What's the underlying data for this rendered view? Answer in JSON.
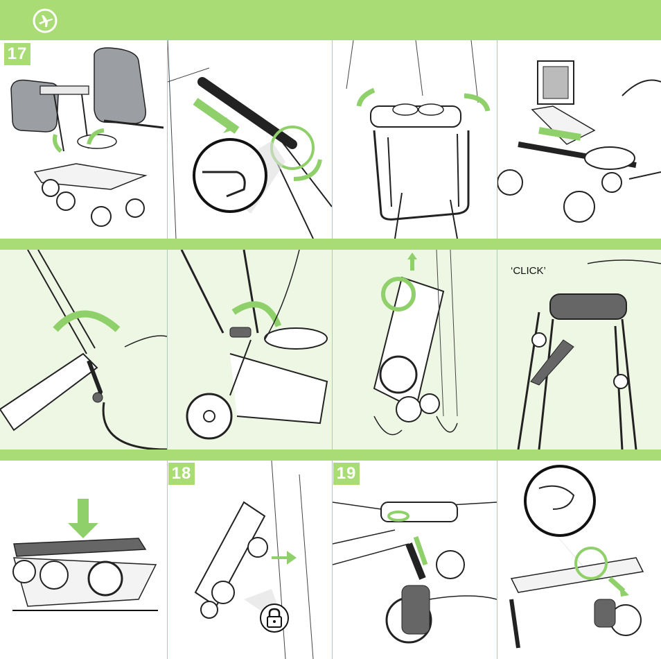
{
  "header": {
    "icon": "airplane-icon"
  },
  "steps": {
    "s17": "17",
    "s18": "18",
    "s19": "19"
  },
  "labels": {
    "click": "‘CLICK’"
  },
  "icons": {
    "lock": "padlock-icon"
  },
  "colors": {
    "accent": "#a9dc74",
    "panel_bg": "#eef7e4",
    "arrow": "#8fd06a",
    "line": "#222222"
  }
}
